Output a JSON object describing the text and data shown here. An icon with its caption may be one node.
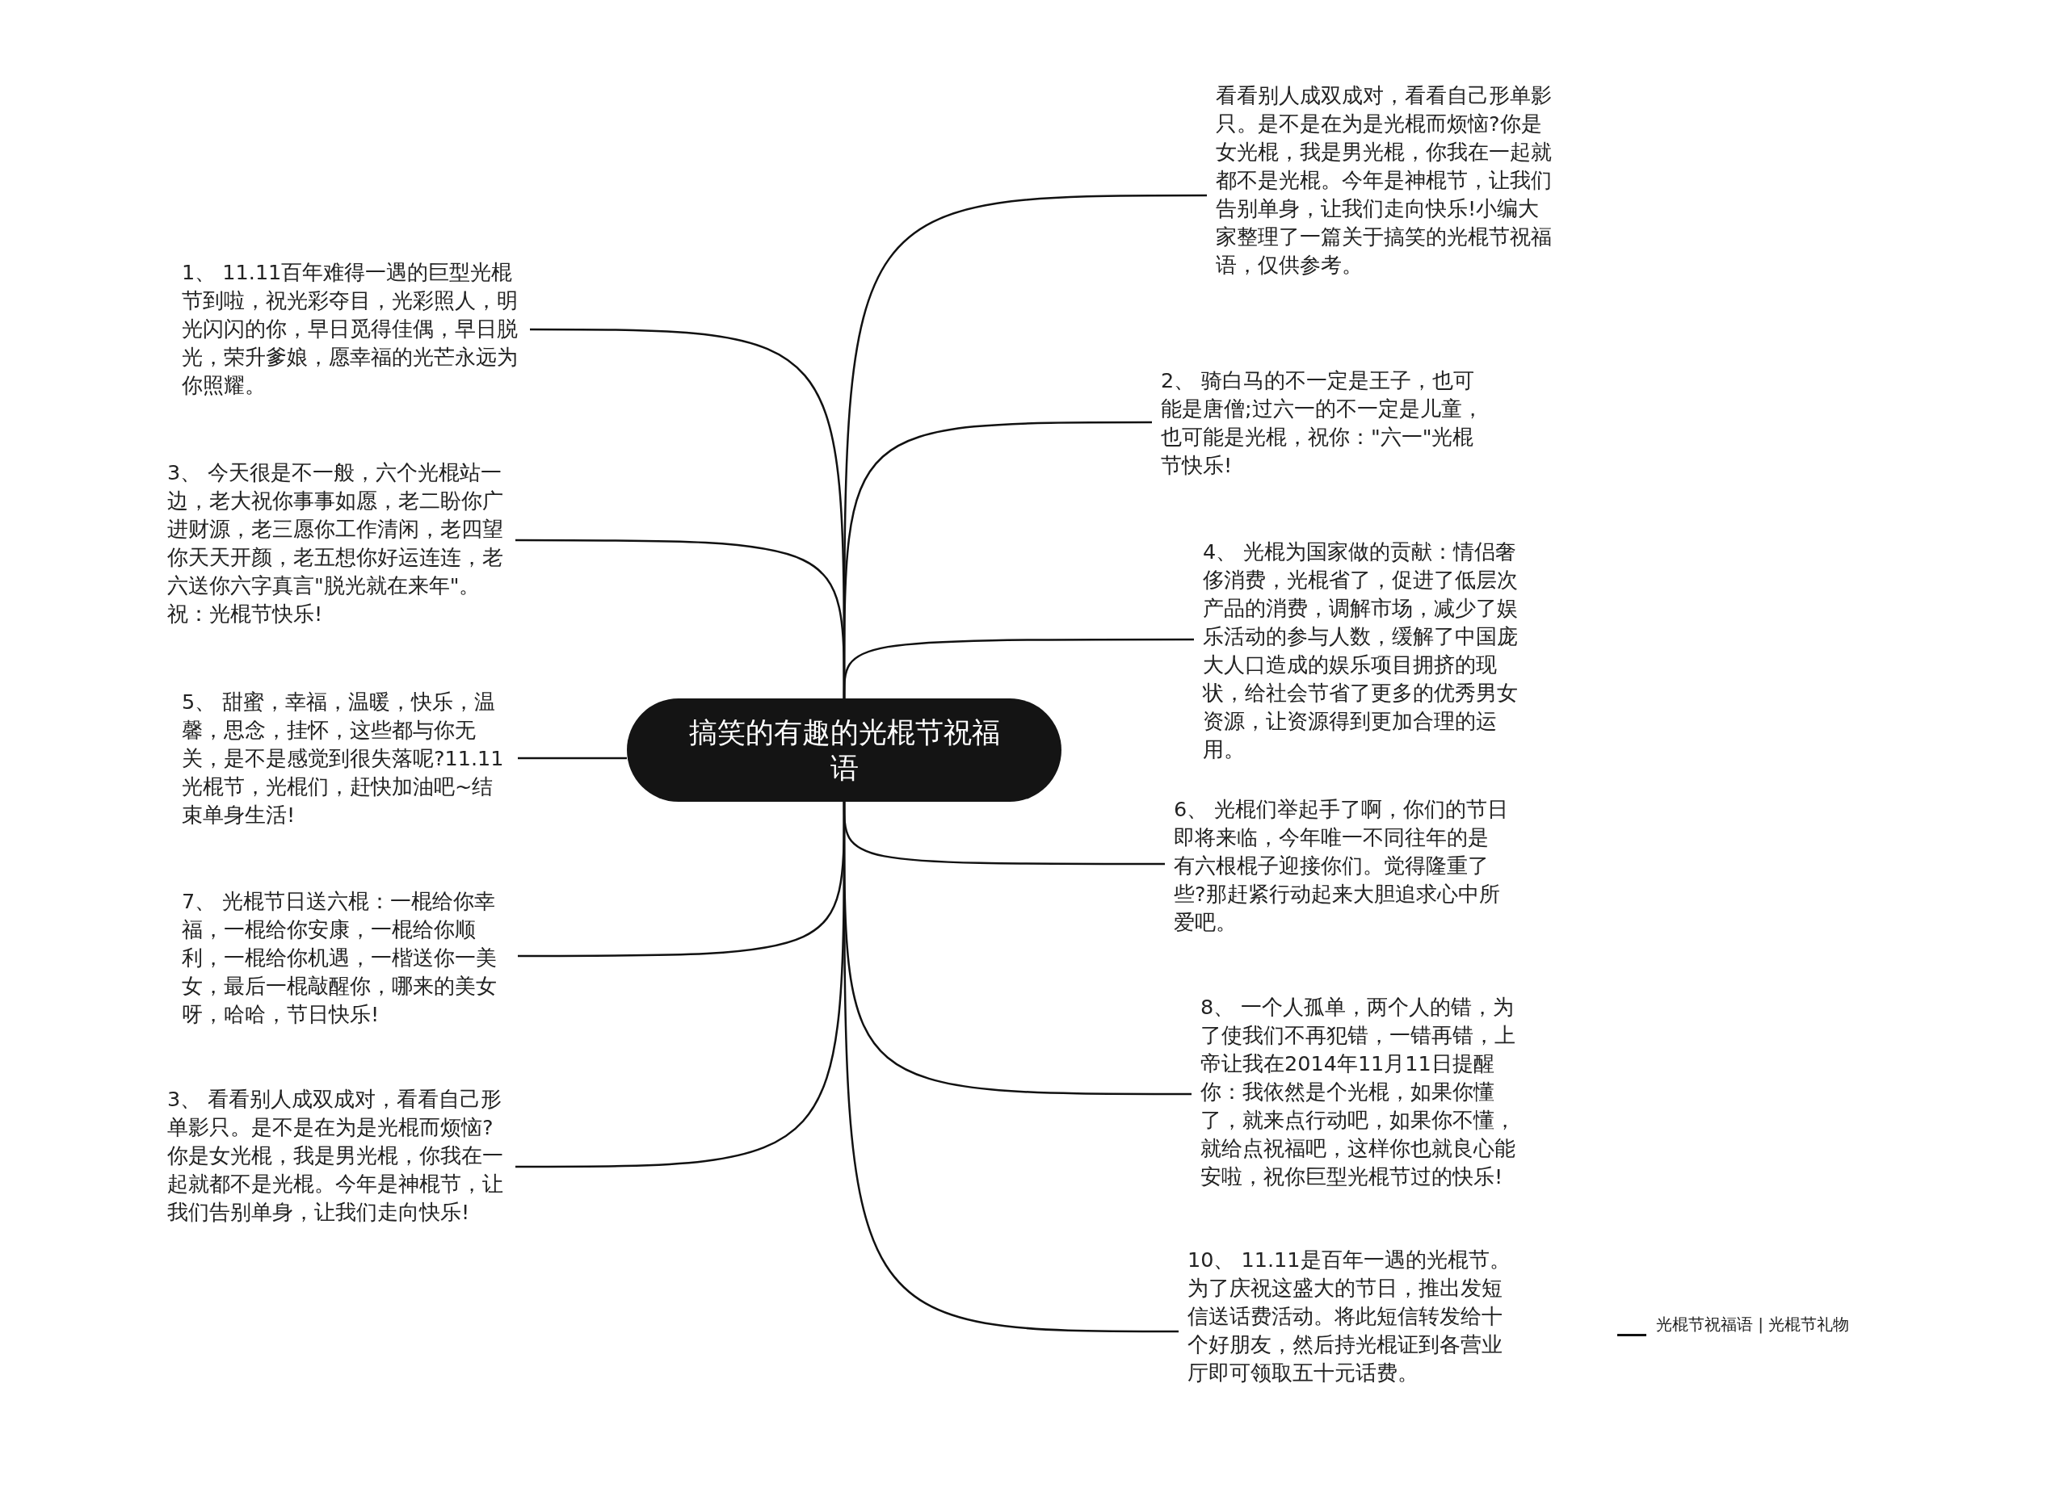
{
  "diagram": {
    "nodes": [
      {
        "text": [
          "搞笑的有趣的光棍节祝福语"
        ]
      },
      {
        "text": [
          "1、 11.11百年难得一遇的巨型光棍节到啦，祝光彩夺目，光彩照人，明光闪闪的你，早日觅得佳偶，早日脱光，荣升爹娘，愿幸福的光芒永远为你照耀。"
        ]
      },
      {
        "text": [
          "3、 今天很是不一般，六个光棍站一边，老大祝你事事如愿，老二盼你广进财源，老三愿你工作清闲，老四望你天天开颜，老五想你好运连连，老六送你六字真言\"脱光就在来年\"。祝：光棍节快乐!"
        ]
      },
      {
        "text": [
          "5、 甜蜜，幸福，温暖，快乐，温馨，思念，挂怀，这些都与你无关，是不是感觉到很失落呢?11.11光棍节，光棍们，赶快加油吧~结束单身生活!"
        ]
      },
      {
        "text": [
          "7、 光棍节日送六棍：一棍给你幸福，一棍给你安康，一棍给你顺利，一棍给你机遇，一楷送你一美女，最后一棍敲醒你，哪来的美女呀，哈哈，节日快乐!"
        ]
      },
      {
        "text": [
          "3、 看看别人成双成对，看看自己形单影只。是不是在为是光棍而烦恼?你是女光棍，我是男光棍，你我在一起就都不是光棍。今年是神棍节，让我们告别单身，让我们走向快乐!"
        ]
      },
      {
        "text": [
          "看看别人成双成对，看看自己形单影只。是不是在为是光棍而烦恼?你是女光棍，我是男光棍，你我在一起就都不是光棍。今年是神棍节，让我们告别单身，让我们走向快乐!小编大家整理了一篇关于搞笑的光棍节祝福语，仅供参考。"
        ]
      },
      {
        "text": [
          "2、 骑白马的不一定是王子，也可能是唐僧;过六一的不一定是儿童，也可能是光棍，祝你：\"六一\"光棍节快乐!"
        ]
      },
      {
        "text": [
          "4、 光棍为国家做的贡献：情侣奢侈消费，光棍省了，促进了低层次产品的消费，调解市场，减少了娱乐活动的参与人数，缓解了中国庞大人口造成的娱乐项目拥挤的现状，给社会节省了更多的优秀男女资源，让资源得到更加合理的运用。"
        ]
      },
      {
        "text": [
          "6、 光棍们举起手了啊，你们的节日即将来临，今年唯一不同往年的是有六根棍子迎接你们。觉得隆重了些?那赶紧行动起来大胆追求心中所爱吧。"
        ]
      },
      {
        "text": [
          "8、 一个人孤单，两个人的错，为了使我们不再犯错，一错再错，上帝让我在2014年11月11日提醒你：我依然是个光棍，如果你懂了，就来点行动吧，如果你不懂，就给点祝福吧，这样你也就良心能安啦，祝你巨型光棍节过的快乐!"
        ]
      },
      {
        "text": [
          "10、 11.11是百年一遇的光棍节。为了庆祝这盛大的节日，推出发短信送话费活动。将此短信转发给十个好朋友，然后持光棍证到各营业厅即可领取五十元话费。"
        ]
      }
    ],
    "edges": [
      {
        "from": 0,
        "to": 1,
        "arrow": "none"
      },
      {
        "from": 0,
        "to": 2,
        "arrow": "none"
      },
      {
        "from": 0,
        "to": 3,
        "arrow": "none"
      },
      {
        "from": 0,
        "to": 4,
        "arrow": "none"
      },
      {
        "from": 0,
        "to": 5,
        "arrow": "none"
      },
      {
        "from": 0,
        "to": 6,
        "arrow": "none"
      },
      {
        "from": 0,
        "to": 7,
        "arrow": "none"
      },
      {
        "from": 0,
        "to": 8,
        "arrow": "none"
      },
      {
        "from": 0,
        "to": 9,
        "arrow": "none"
      },
      {
        "from": 0,
        "to": 10,
        "arrow": "none"
      },
      {
        "from": 0,
        "to": 11,
        "arrow": "none"
      }
    ],
    "labels": [
      "光棍节祝福语 | 光棍节礼物"
    ]
  }
}
